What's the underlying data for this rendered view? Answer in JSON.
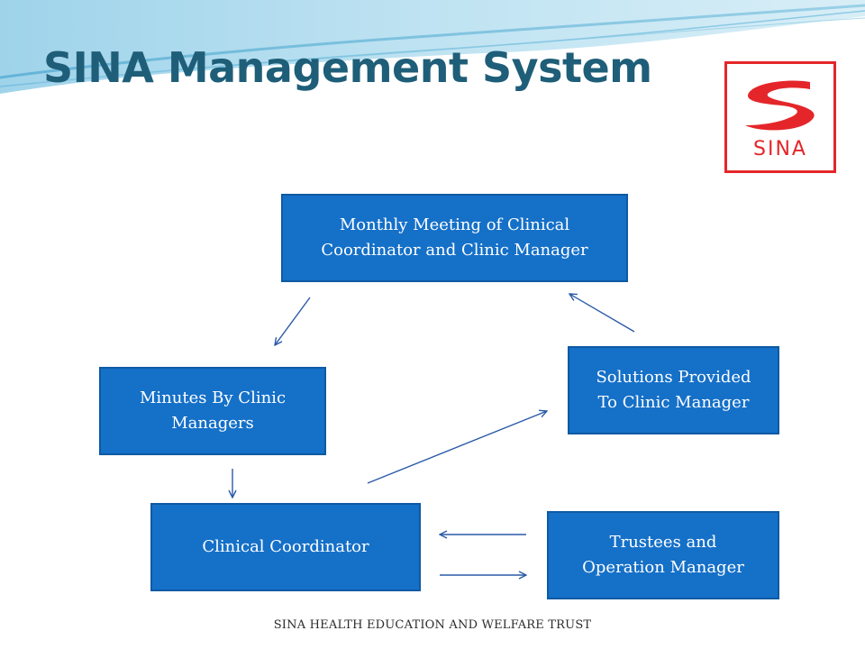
{
  "slide": {
    "title": "SINA Management System",
    "footer": "SINA HEALTH EDUCATION AND WELFARE TRUST"
  },
  "logo": {
    "text": "SINA",
    "color": "#e4262a"
  },
  "colors": {
    "title": "#1f5e78",
    "box_fill": "#1570c8",
    "box_border": "#0e5aa3",
    "arrow": "#2a5aa8"
  },
  "nodes": {
    "monthly_meeting": "Monthly Meeting of Clinical\nCoordinator and Clinic Manager",
    "minutes": "Minutes  By  Clinic\nManagers",
    "solutions": "Solutions Provided\nTo Clinic Manager",
    "clinical_coordinator": "Clinical Coordinator",
    "trustees": "Trustees and\nOperation Manager"
  }
}
